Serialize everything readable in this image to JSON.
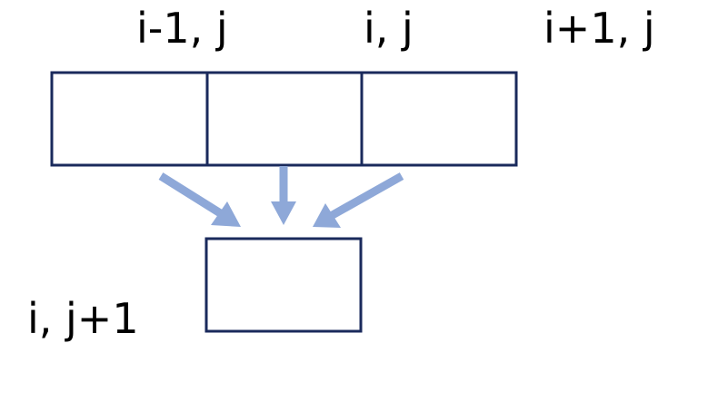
{
  "labels": {
    "prev_cell": "i-1, j",
    "curr_cell": "i, j",
    "next_cell": "i+1, j",
    "result_cell": "i, j+1"
  },
  "colors": {
    "box_stroke": "#1a2a5c",
    "arrow": "#8ea8d8",
    "text": "#000000"
  }
}
